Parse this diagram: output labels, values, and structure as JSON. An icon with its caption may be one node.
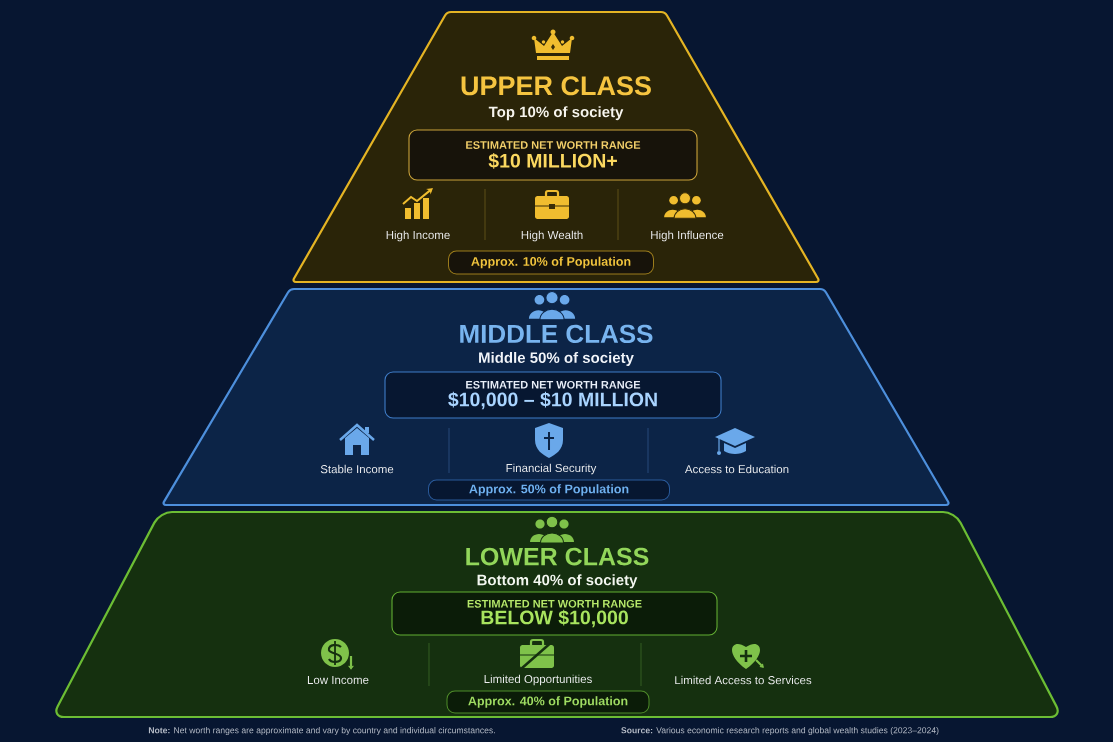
{
  "diagram": {
    "nodes": [
      {
        "text": [
          "UPPER CLASS",
          "Top 10% of society"
        ]
      },
      {
        "text": [
          "ESTIMATED NET WORTH RANGE",
          "$10 MILLION+"
        ],
        "in": 0
      },
      {
        "text": [
          "Approx. 10% of Population"
        ],
        "in": 0
      },
      {
        "text": [
          "MIDDLE CLASS",
          "Middle 50% of society"
        ]
      },
      {
        "text": [
          "ESTIMATED NET WORTH RANGE",
          "$10,000 – $10 MILLION"
        ],
        "in": 3
      },
      {
        "text": [
          "Approx. 50% of Population"
        ],
        "in": 3
      },
      {
        "text": [
          "LOWER CLASS",
          "Bottom 40% of society"
        ]
      },
      {
        "text": [
          "ESTIMATED NET WORTH RANGE",
          "BELOW $10,000"
        ],
        "in": 6
      },
      {
        "text": [
          "Approx. 40% of Population"
        ],
        "in": 6
      }
    ],
    "labels": [
      "High Income",
      "High Wealth",
      "High Influence",
      "Stable Income",
      "Financial Security",
      "Access to Education",
      "Low Income",
      "Limited Opportunities",
      "Limited Access to Services",
      "**Note:** Net worth ranges are approximate and vary by country and individual circumstances.",
      "**Source:** Various economic research reports and global wealth studies (2023–2024)"
    ]
  }
}
